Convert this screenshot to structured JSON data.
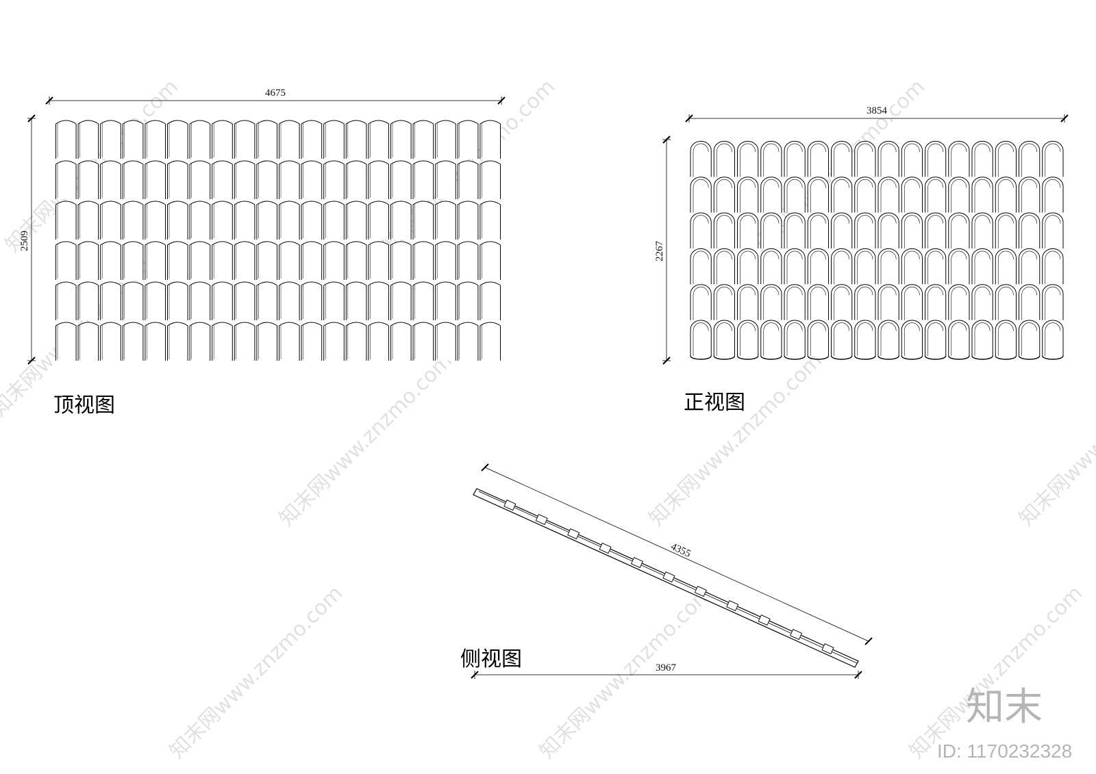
{
  "views": {
    "top": {
      "title": "顶视图",
      "width_dim": "4675",
      "height_dim": "2509",
      "tile_columns": 20,
      "tile_rows": 6
    },
    "front": {
      "title": "正视图",
      "width_dim": "3854",
      "height_dim": "2267",
      "tile_columns": 16,
      "tile_rows": 6
    },
    "side": {
      "title": "侧视图",
      "slope_dim": "4355",
      "base_dim": "3967"
    }
  },
  "watermark": {
    "text": "知末网www.znzmo.com",
    "logo": "知末",
    "id_label": "ID: 1170232328"
  },
  "colors": {
    "line": "#000000",
    "dim_line": "#333333",
    "watermark": "#c9c9c9"
  }
}
